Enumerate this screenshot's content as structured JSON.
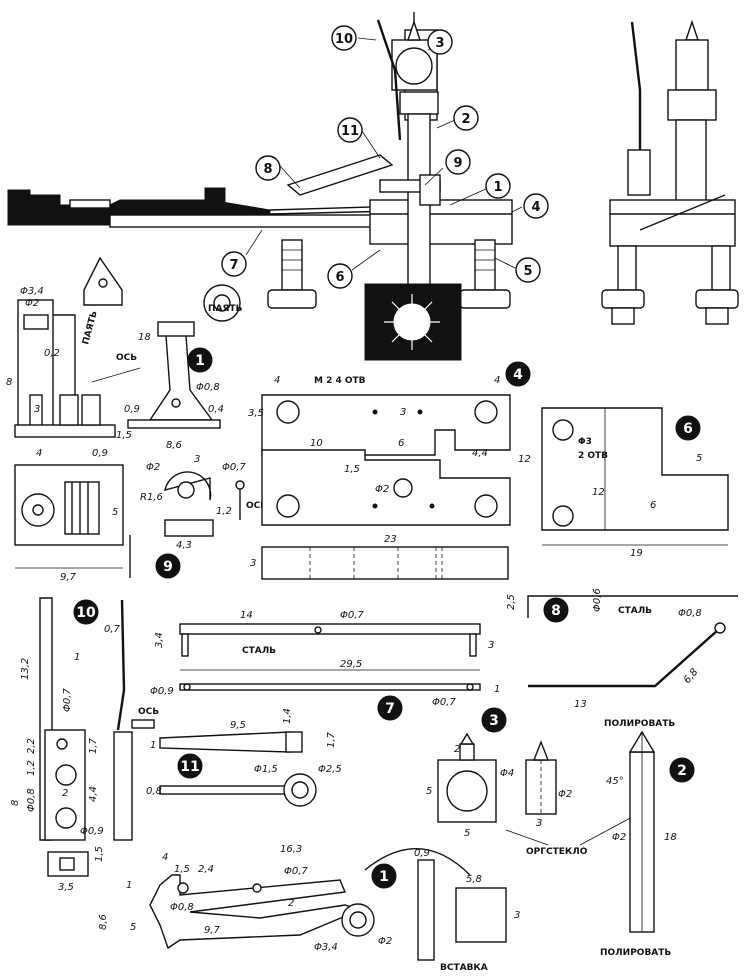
{
  "callouts": [
    "10",
    "3",
    "2",
    "11",
    "8",
    "9",
    "1",
    "4",
    "7",
    "6",
    "5"
  ],
  "part_numbers": [
    "1",
    "4",
    "6",
    "9",
    "10",
    "8",
    "7",
    "3",
    "11",
    "2",
    "1"
  ],
  "labels": {
    "paint": "ПАЯТЬ",
    "axis1": "ОСЬ",
    "axis2": "ОСЬ",
    "axis3": "ОСЬ",
    "paint2": "ПАЯТЬ",
    "m2_holes": "M 2  4 ОТВ",
    "phi3_holes": "Φ3",
    "holes2": "2 ОТВ",
    "steel1": "СТАЛЬ",
    "steel2": "СТАЛЬ",
    "polish_top": "ПОЛИРОВАТЬ",
    "polish_bottom": "ПОЛИРОВАТЬ",
    "plexiglass": "ОРГСТЕКЛО",
    "insert": "ВСТАВКА"
  },
  "dims": {
    "p1_phi34": "Φ3,4",
    "p1_phi2": "Φ2",
    "p1_8": "8",
    "p1_02": "0,2",
    "p1_3": "3",
    "p1_09a": "0,9",
    "p1_15": "1,5",
    "p1_4": "4",
    "p1_09b": "0,9",
    "p1_97": "9,7",
    "p1_5": "5",
    "p9_18": "18",
    "p9_phi08": "Φ0,8",
    "p9_04": "0,4",
    "p9_86": "8,6",
    "p9_phi2": "Φ2",
    "p9_3": "3",
    "p9_phi07": "Φ0,7",
    "p9_r16": "R1,6",
    "p9_12": "1,2",
    "p9_43": "4,3",
    "p4_4a": "4",
    "p4_4b": "4",
    "p4_35": "3,5",
    "p4_3": "3",
    "p4_10": "10",
    "p4_6": "6",
    "p4_15": "1,5",
    "p4_44": "4,4",
    "p4_12": "12",
    "p4_phi2": "Φ2",
    "p4_23": "23",
    "p4_3b": "3",
    "p6_12": "12",
    "p6_6": "6",
    "p6_5": "5",
    "p6_19": "19",
    "p10_13_2": "13,2",
    "p10_07": "0,7",
    "p10_1": "1",
    "p10_phi07": "Φ0,7",
    "p10_22": "2,2",
    "p10_17": "1,7",
    "p10_12": "1,2",
    "p10_phi08": "Φ0,8",
    "p10_2": "2",
    "p10_44": "4,4",
    "p10_8": "8",
    "p10_phi09": "Φ0,9",
    "p10_15": "1,5",
    "p10_35": "3,5",
    "p7_14": "14",
    "p7_phi07a": "Φ0,7",
    "p7_34": "3,4",
    "p7_3": "3",
    "p7_29_5": "29,5",
    "p7_phi09": "Φ0,9",
    "p7_phi07b": "Φ0,7",
    "p7_1": "1",
    "p8_25": "2,5",
    "p8_phi06": "Φ0,6",
    "p8_phi08": "Φ0,8",
    "p8_13": "13",
    "p8_68": "6,8",
    "p11_95": "9,5",
    "p11_14": "1,4",
    "p11_17": "1,7",
    "p11_1": "1",
    "p11_phi15": "Φ1,5",
    "p11_phi25": "Φ2,5",
    "p11_08": "0,8",
    "p3_2": "2",
    "p3_phi4": "Φ4",
    "p3_phi2": "Φ2",
    "p3_5a": "5",
    "p3_5b": "5",
    "p3_3": "3",
    "p2_45": "45°",
    "p2_phi2": "Φ2",
    "p2_18": "18",
    "p1b_4": "4",
    "p1b_16_3": "16,3",
    "p1b_15": "1,5",
    "p1b_24": "2,4",
    "p1b_phi07": "Φ0,7",
    "p1b_1": "1",
    "p1b_phi08": "Φ0,8",
    "p1b_2": "2",
    "p1b_5": "5",
    "p1b_86": "8,6",
    "p1b_97": "9,7",
    "p1b_phi34": "Φ3,4",
    "p1b_phi2": "Φ2",
    "p1b_09": "0,9",
    "p1b_58": "5,8",
    "p1b_3": "3"
  }
}
